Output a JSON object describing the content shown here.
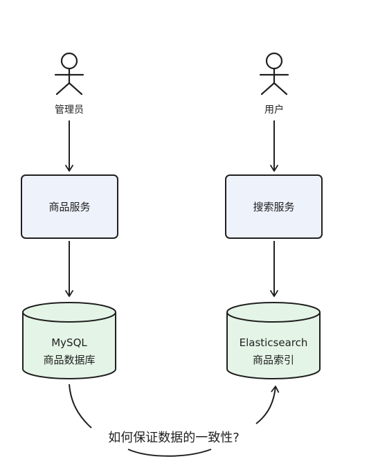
{
  "colors": {
    "stroke": "#1f1f1f",
    "service_fill": "#eef2fb",
    "db_fill": "#e4f4e6",
    "background": "#ffffff"
  },
  "left": {
    "actor_label": "管理员",
    "service_label": "商品服务",
    "db_line1": "MySQL",
    "db_line2": "商品数据库"
  },
  "right": {
    "actor_label": "用户",
    "service_label": "搜索服务",
    "db_line1": "Elasticsearch",
    "db_line2": "商品索引"
  },
  "question": "如何保证数据的一致性?"
}
